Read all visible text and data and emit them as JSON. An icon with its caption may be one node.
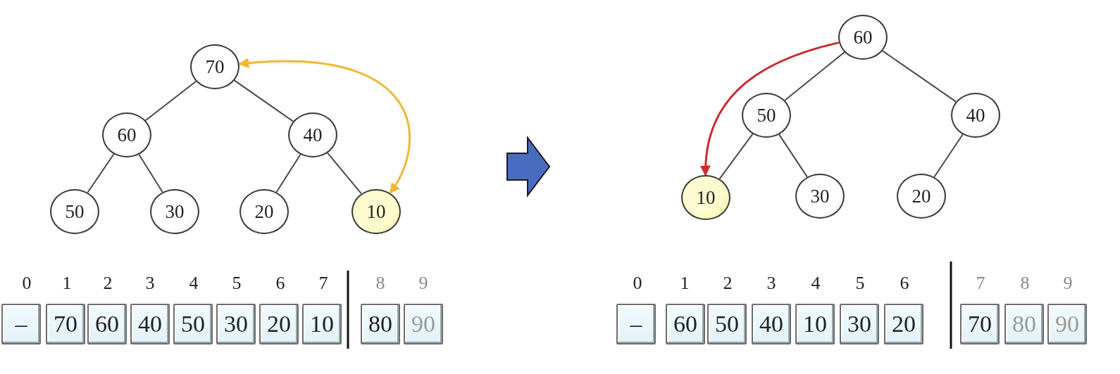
{
  "diagram": {
    "nodes": [
      {
        "text": [
          "70"
        ]
      },
      {
        "text": [
          "60"
        ]
      },
      {
        "text": [
          "40"
        ]
      },
      {
        "text": [
          "50"
        ]
      },
      {
        "text": [
          "30"
        ]
      },
      {
        "text": [
          "20"
        ]
      },
      {
        "text": [
          "10"
        ]
      },
      {
        "text": [
          "60"
        ]
      },
      {
        "text": [
          "50"
        ]
      },
      {
        "text": [
          "40"
        ]
      },
      {
        "text": [
          "10"
        ]
      },
      {
        "text": [
          "30"
        ]
      },
      {
        "text": [
          "20"
        ]
      },
      {
        "text": [
          "–"
        ]
      },
      {
        "text": [
          "70"
        ]
      },
      {
        "text": [
          "60"
        ]
      },
      {
        "text": [
          "40"
        ]
      },
      {
        "text": [
          "50"
        ]
      },
      {
        "text": [
          "30"
        ]
      },
      {
        "text": [
          "20"
        ]
      },
      {
        "text": [
          "10"
        ]
      },
      {
        "text": [
          "80"
        ]
      },
      {
        "text": [
          "90"
        ]
      },
      {
        "text": [
          "–"
        ]
      },
      {
        "text": [
          "60"
        ]
      },
      {
        "text": [
          "50"
        ]
      },
      {
        "text": [
          "40"
        ]
      },
      {
        "text": [
          "10"
        ]
      },
      {
        "text": [
          "30"
        ]
      },
      {
        "text": [
          "20"
        ]
      },
      {
        "text": [
          "70"
        ]
      },
      {
        "text": [
          "80"
        ]
      },
      {
        "text": [
          "90"
        ]
      }
    ],
    "edges": [
      {
        "from": 0,
        "to": 1,
        "arrow": "none"
      },
      {
        "from": 0,
        "to": 2,
        "arrow": "none"
      },
      {
        "from": 1,
        "to": 3,
        "arrow": "none"
      },
      {
        "from": 1,
        "to": 4,
        "arrow": "none"
      },
      {
        "from": 2,
        "to": 5,
        "arrow": "none"
      },
      {
        "from": 2,
        "to": 6,
        "arrow": "none"
      },
      {
        "from": 6,
        "to": 0,
        "arrow": "both",
        "color": "#f2b632"
      },
      {
        "from": 7,
        "to": 8,
        "arrow": "none"
      },
      {
        "from": 7,
        "to": 9,
        "arrow": "none"
      },
      {
        "from": 8,
        "to": 10,
        "arrow": "none"
      },
      {
        "from": 8,
        "to": 11,
        "arrow": "none"
      },
      {
        "from": 9,
        "to": 12,
        "arrow": "none"
      },
      {
        "from": 7,
        "to": 10,
        "arrow": "to",
        "color": "#cc2b2b"
      }
    ],
    "labels": [
      "0",
      "1",
      "2",
      "3",
      "4",
      "5",
      "6",
      "7",
      "8",
      "9",
      "0",
      "1",
      "2",
      "3",
      "4",
      "5",
      "6",
      "7",
      "8",
      "9"
    ]
  }
}
